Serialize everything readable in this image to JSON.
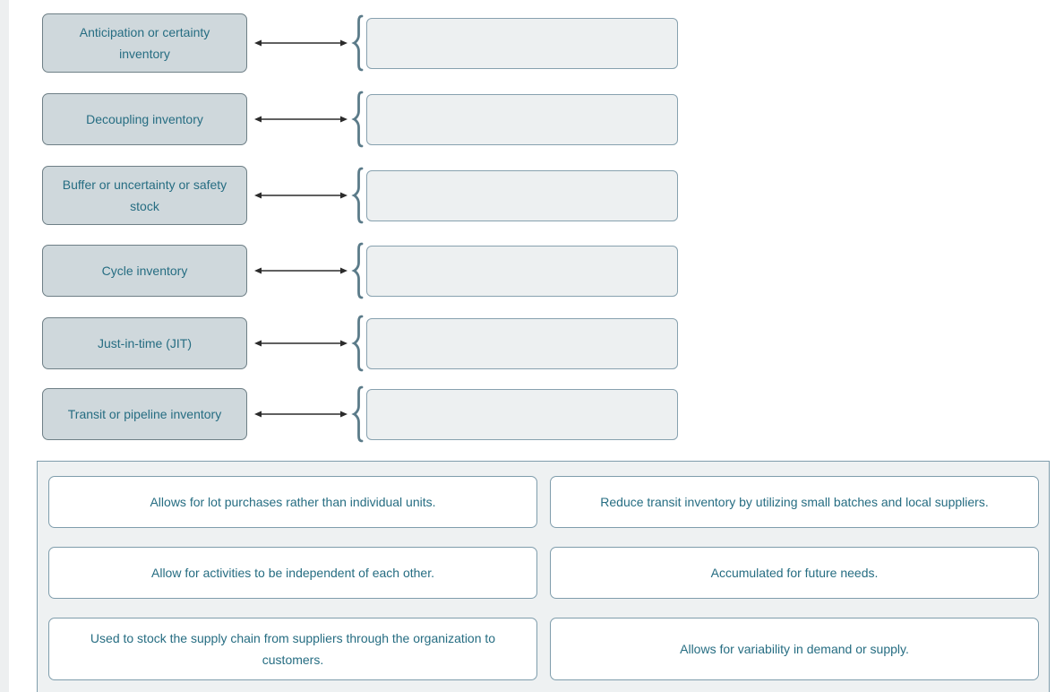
{
  "theme": {
    "label_fill": "#cfd8dc",
    "label_border": "#6e7f86",
    "label_text": "#266d82",
    "dropzone_fill": "#edf0f1",
    "dropzone_border": "#87a1af",
    "brace_color": "#5b7b89",
    "arrow_color": "#2b2b2b",
    "bank_border": "#7f9dac",
    "bank_fill": "#eef1f2",
    "card_border": "#7f9dac",
    "card_text": "#266d82",
    "gutter_fill": "#edeff0"
  },
  "icons": {
    "connector": "double-arrow-icon",
    "grouping": "left-brace-icon"
  },
  "matching": {
    "pairs": [
      {
        "label": "Anticipation or certainty inventory",
        "drop_value": ""
      },
      {
        "label": "Decoupling inventory",
        "drop_value": ""
      },
      {
        "label": "Buffer or uncertainty or safety stock",
        "drop_value": ""
      },
      {
        "label": "Cycle inventory",
        "drop_value": ""
      },
      {
        "label": "Just-in-time (JIT)",
        "drop_value": ""
      },
      {
        "label": "Transit or pipeline inventory",
        "drop_value": ""
      }
    ]
  },
  "answer_bank": {
    "options": [
      "Allows for lot purchases rather than individual units.",
      "Reduce transit inventory by utilizing small batches and local suppliers.",
      "Allow for activities to be independent of each other.",
      "Accumulated for future needs.",
      "Used to stock the supply chain from suppliers through the organization to customers.",
      "Allows for variability in demand or supply."
    ]
  }
}
